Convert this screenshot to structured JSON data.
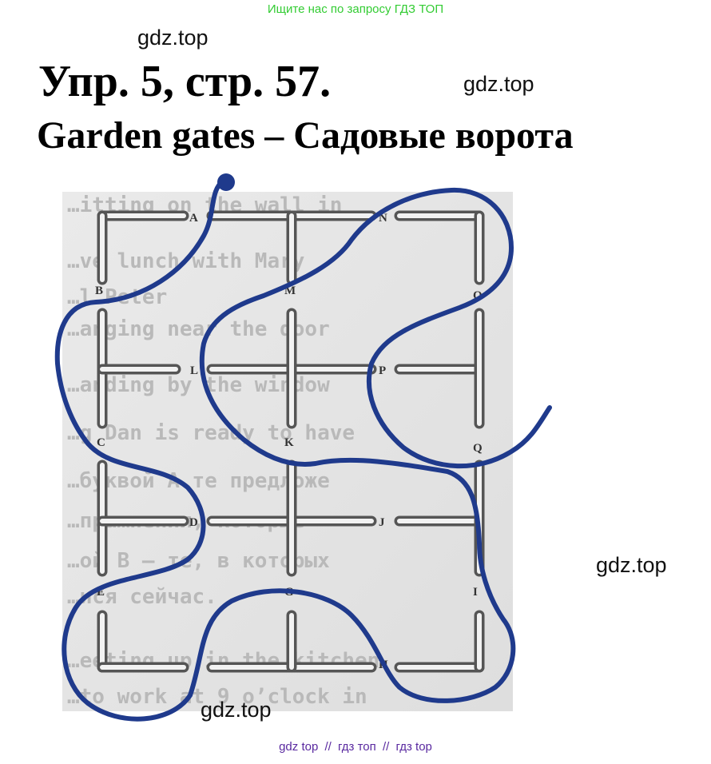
{
  "banner": "Ищите нас по запросу ГДЗ ТОП",
  "watermarks": [
    "gdz.top",
    "gdz.top",
    "gdz.top",
    "gdz.top"
  ],
  "title": "Упр. 5, стр. 57.",
  "subtitle": "Garden gates – Садовые ворота",
  "maze": {
    "letters": [
      "A",
      "N",
      "B",
      "M",
      "O",
      "L",
      "P",
      "C",
      "K",
      "Q",
      "D",
      "J",
      "E",
      "G",
      "I",
      "H"
    ],
    "bg_lines": [
      "…itting on the wall in",
      "…ve lunch with Mary",
      "…l Peter",
      "…anging near the door",
      "…anding by the window",
      "…g Dan is ready to have",
      "…буквой A те предложе",
      "…пражнения, которые",
      "…ой B – те, в которых",
      "…ися сейчас.",
      "…eeting up in the kitchen",
      "…to work at 9 o’clock in"
    ],
    "path_color": "#1f3a8c"
  },
  "footer": {
    "items": [
      "gdz top",
      "гдз топ",
      "гдз top"
    ],
    "separator": "//"
  }
}
